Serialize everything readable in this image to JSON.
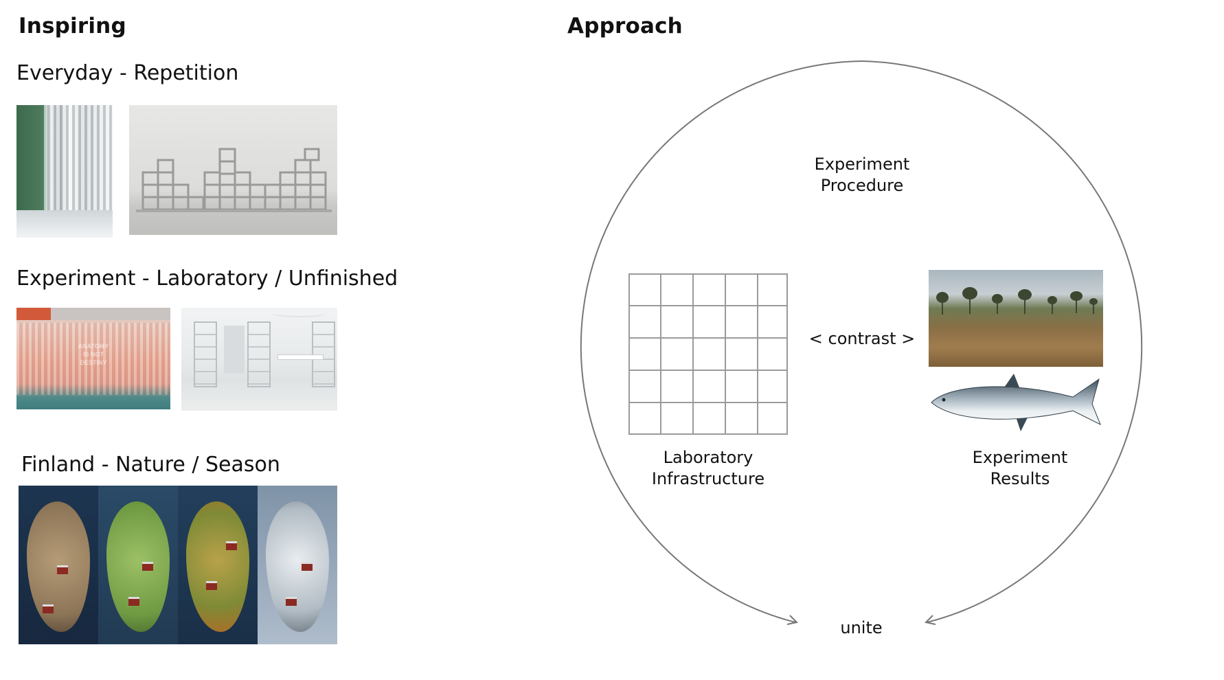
{
  "left": {
    "title": "Inspiring",
    "sections": [
      {
        "heading": "Everyday - Repetition"
      },
      {
        "heading": "Experiment - Laboratory / Unfinished"
      },
      {
        "heading": "Finland - Nature / Season"
      }
    ],
    "curtain_text": [
      "ANATOMY",
      "IS NOT",
      "DESTINY"
    ]
  },
  "right": {
    "title": "Approach",
    "procedure": [
      "Experiment",
      "Procedure"
    ],
    "contrast": "< contrast >",
    "infrastructure": [
      "Laboratory",
      "Infrastructure"
    ],
    "results": [
      "Experiment",
      "Results"
    ],
    "unite": "unite",
    "grid": {
      "rows": 5,
      "cols": 5
    },
    "colors": {
      "circle": "#777777",
      "grid": "#999999",
      "text": "#111111"
    }
  }
}
